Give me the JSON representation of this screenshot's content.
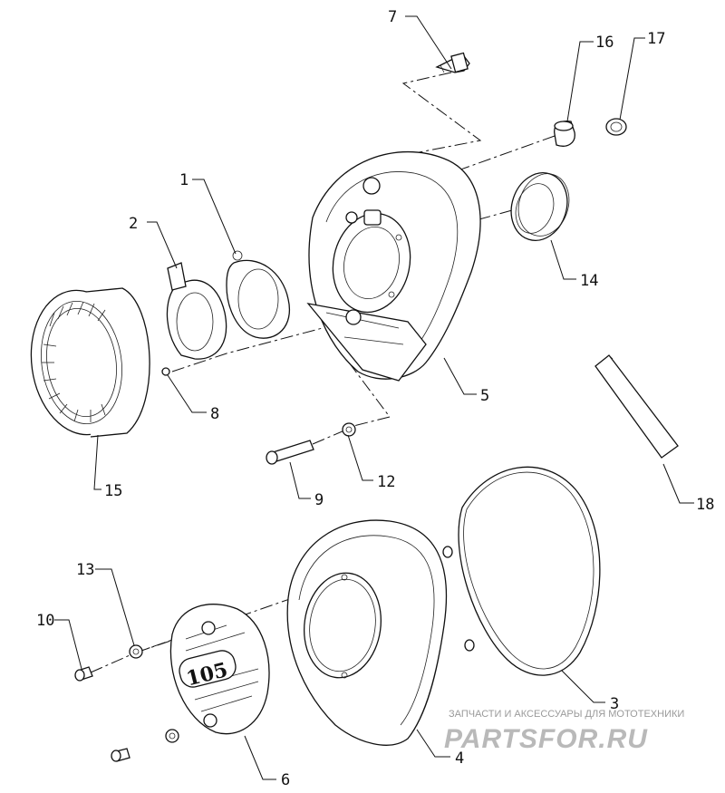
{
  "callouts": [
    {
      "id": "c1",
      "text": "1"
    },
    {
      "id": "c2",
      "text": "2"
    },
    {
      "id": "c3",
      "text": "3"
    },
    {
      "id": "c4",
      "text": "4"
    },
    {
      "id": "c5",
      "text": "5"
    },
    {
      "id": "c6",
      "text": "6"
    },
    {
      "id": "c7",
      "text": "7"
    },
    {
      "id": "c8",
      "text": "8"
    },
    {
      "id": "c9",
      "text": "9"
    },
    {
      "id": "c10",
      "text": "10"
    },
    {
      "id": "c12",
      "text": "12"
    },
    {
      "id": "c13",
      "text": "13"
    },
    {
      "id": "c14",
      "text": "14"
    },
    {
      "id": "c15",
      "text": "15"
    },
    {
      "id": "c16",
      "text": "16"
    },
    {
      "id": "c17",
      "text": "17"
    },
    {
      "id": "c18",
      "text": "18"
    }
  ],
  "cover_plate": {
    "badge_text": "105"
  },
  "watermark": {
    "caption": "ЗАПЧАСТИ И АКСЕССУАРЫ ДЛЯ МОТОТЕХНИКИ",
    "logo": "PARTSFOR.RU"
  },
  "colors": {
    "line": "#111111",
    "background": "#ffffff",
    "watermark": "#b9b9b9"
  }
}
